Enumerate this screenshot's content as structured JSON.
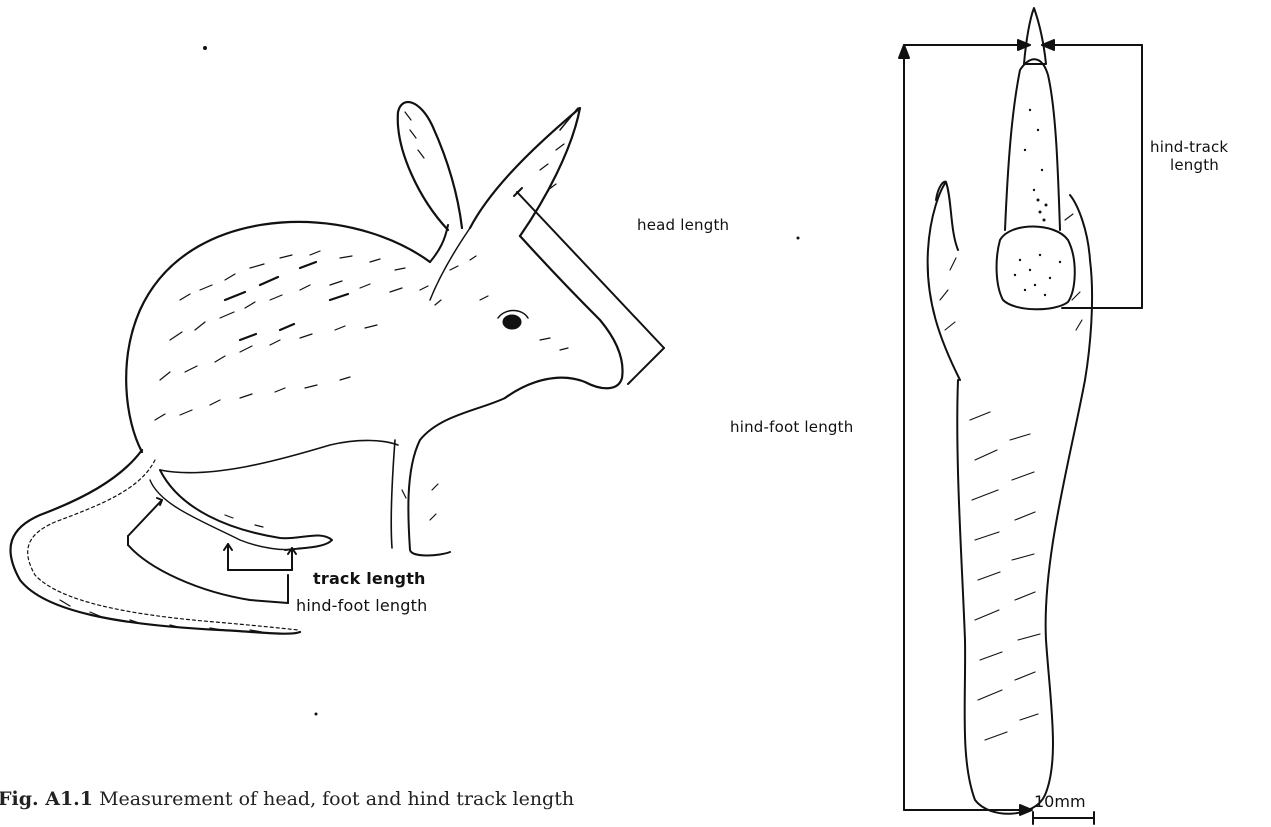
{
  "labels": {
    "head_length": "head length",
    "track_length": "track length",
    "hind_foot_length_left": "hind-foot length",
    "hind_foot_length_right": "hind-foot length",
    "hind_track_length_line1": "hind-track",
    "hind_track_length_line2": "length"
  },
  "scale_bar": {
    "label": "10mm"
  },
  "caption": {
    "number": "Fig. A1.1",
    "text": "Measurement of head, foot and hind track length"
  },
  "colors": {
    "ink": "#111111",
    "paper": "#ffffff"
  }
}
